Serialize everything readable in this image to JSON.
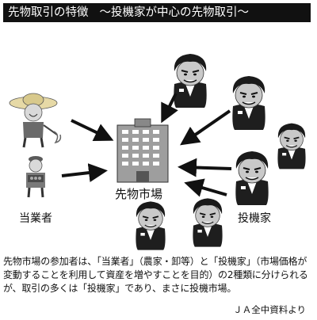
{
  "title": {
    "main": "先物取引の特徴",
    "sub": "～投機家が中心の先物取引～"
  },
  "labels": {
    "market": "先物市場",
    "hedger": "当業者",
    "speculator": "投機家"
  },
  "caption": "先物市場の参加者は、「当業者」（農家・卸等）と「投機家」（市場価格が変動することを利用して資産を増やすことを目的）の2種類に分けられるが、取引の多くは「投機家」であり、まさに投機市場。",
  "source": "ＪＡ全中資料より",
  "icons": [
    "farmer-icon",
    "wholesaler-icon",
    "market-building-icon",
    "speculator-icon"
  ],
  "colors": {
    "title_bg": "#111111",
    "title_fg": "#ffffff",
    "face": "#c9c9c9",
    "hair": "#1a1a1a",
    "suit": "#1e1e1e"
  }
}
